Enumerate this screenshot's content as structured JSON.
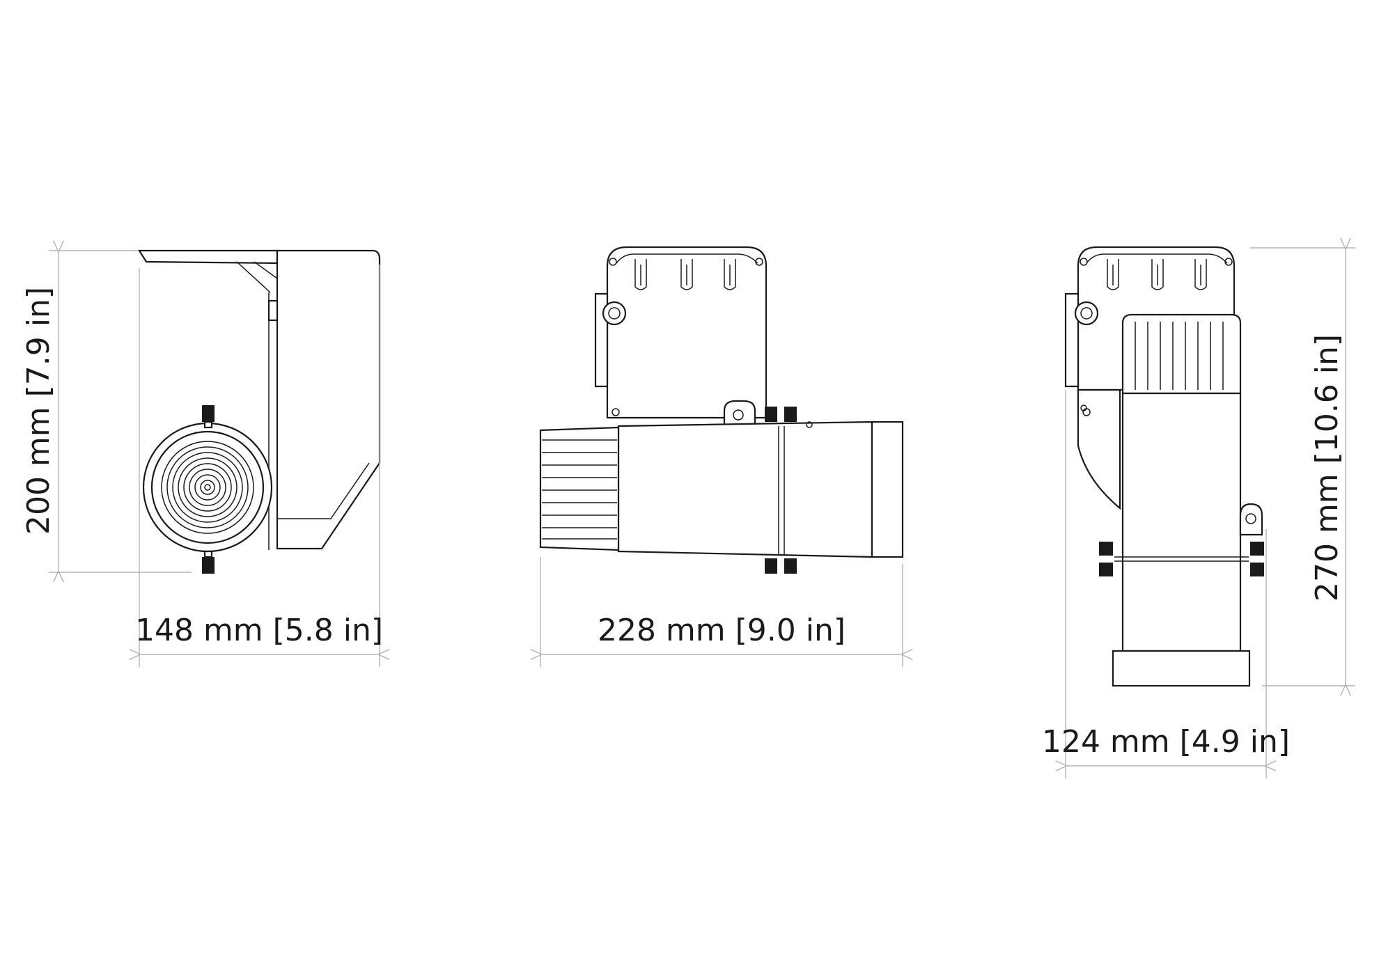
{
  "views": {
    "front": {
      "width_label": "148 mm [5.8 in]",
      "height_label": "200 mm [7.9 in]"
    },
    "side": {
      "width_label": "228 mm [9.0 in]"
    },
    "rear": {
      "width_label": "124 mm [4.9 in]",
      "height_label": "270 mm [10.6 in]"
    }
  },
  "colors": {
    "line": "#1a1a1a",
    "dimension": "#b3b3b3",
    "background": "#ffffff"
  }
}
